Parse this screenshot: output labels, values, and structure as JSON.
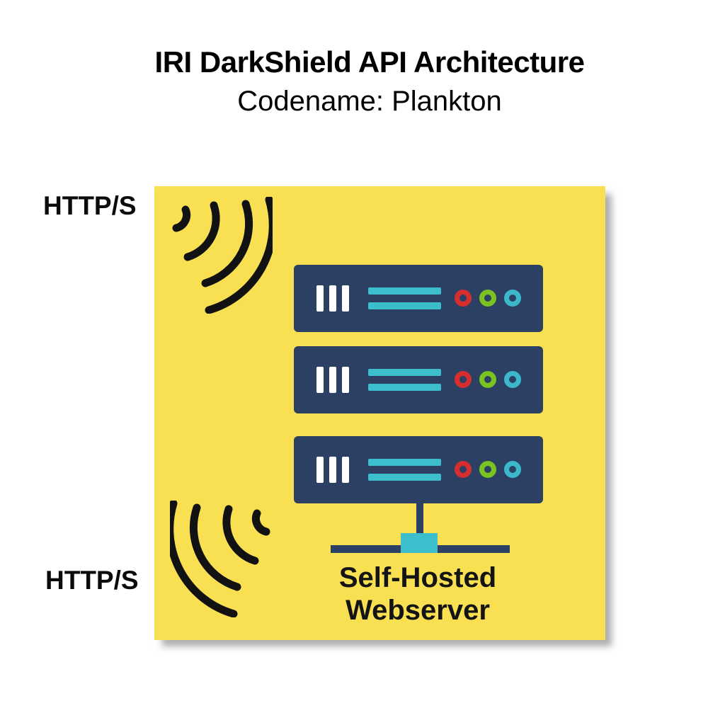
{
  "header": {
    "title": "IRI DarkShield API Architecture",
    "subtitle": "Codename: Plankton"
  },
  "labels": {
    "http_top": "HTTP/S",
    "http_bottom": "HTTP/S"
  },
  "diagram": {
    "server_count": 3,
    "caption": {
      "line1": "Self-Hosted",
      "line2": "Webserver"
    }
  },
  "colors": {
    "panel_yellow": "#F8E052",
    "server_navy": "#2B4062",
    "accent_teal": "#3CBECD",
    "led_red": "#D42F2E",
    "led_green": "#7BC322",
    "led_teal": "#3CB8CB",
    "ink_black": "#121212",
    "shadow_gray": "#C3C3C3"
  }
}
